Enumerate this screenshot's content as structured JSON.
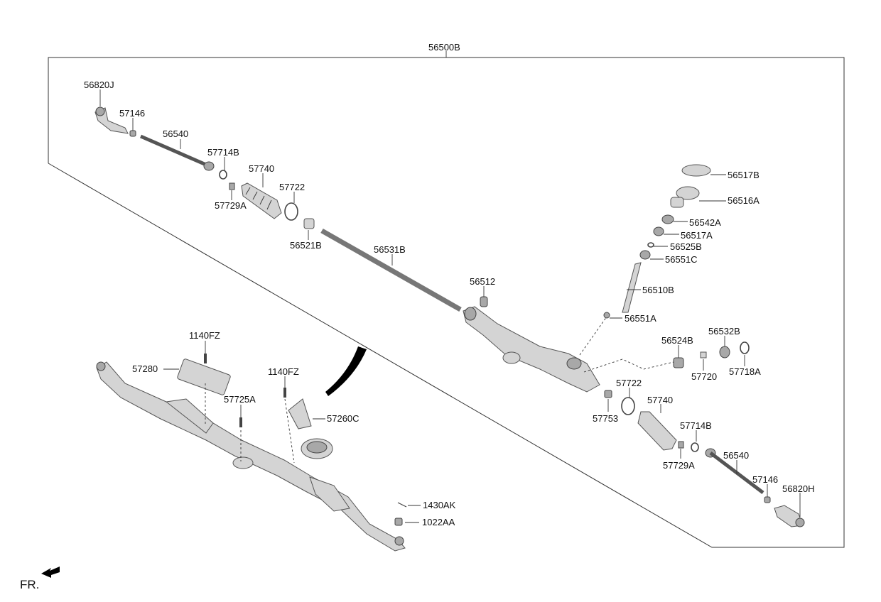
{
  "assembly": {
    "label": "56500B"
  },
  "direction": {
    "label": "FR."
  },
  "callouts": [
    {
      "id": "56820J"
    },
    {
      "id": "57146"
    },
    {
      "id": "56540"
    },
    {
      "id": "57714B"
    },
    {
      "id": "57740"
    },
    {
      "id": "57722"
    },
    {
      "id": "57729A"
    },
    {
      "id": "56521B"
    },
    {
      "id": "56531B"
    },
    {
      "id": "56512"
    },
    {
      "id": "56517B"
    },
    {
      "id": "56516A"
    },
    {
      "id": "56542A"
    },
    {
      "id": "56517A"
    },
    {
      "id": "56525B"
    },
    {
      "id": "56551C"
    },
    {
      "id": "56510B"
    },
    {
      "id": "56551A"
    },
    {
      "id": "56524B"
    },
    {
      "id": "56532B"
    },
    {
      "id": "57720"
    },
    {
      "id": "57718A"
    },
    {
      "id": "57722"
    },
    {
      "id": "57753"
    },
    {
      "id": "57740"
    },
    {
      "id": "57714B"
    },
    {
      "id": "57729A"
    },
    {
      "id": "56540"
    },
    {
      "id": "57146"
    },
    {
      "id": "56820H"
    },
    {
      "id": "1140FZ"
    },
    {
      "id": "57280"
    },
    {
      "id": "57725A"
    },
    {
      "id": "1140FZ"
    },
    {
      "id": "57260C"
    },
    {
      "id": "1430AK"
    },
    {
      "id": "1022AA"
    }
  ]
}
